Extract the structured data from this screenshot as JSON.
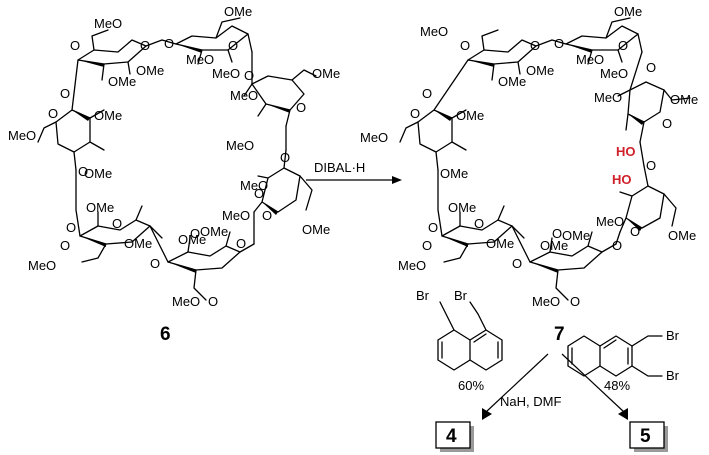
{
  "compounds": {
    "start": "6",
    "product": "7",
    "box_left": "4",
    "box_right": "5"
  },
  "reagents": {
    "main": "DIBAL·H",
    "bottom": "NaH, DMF",
    "yield_left": "60%",
    "yield_right": "48%"
  },
  "groups": {
    "ome": "OMe",
    "meo": "MeO",
    "ho": "HO",
    "br": "Br",
    "o": "O"
  },
  "colors": {
    "highlight": "#d0202a",
    "box_shadow": "#9a9a9a"
  }
}
